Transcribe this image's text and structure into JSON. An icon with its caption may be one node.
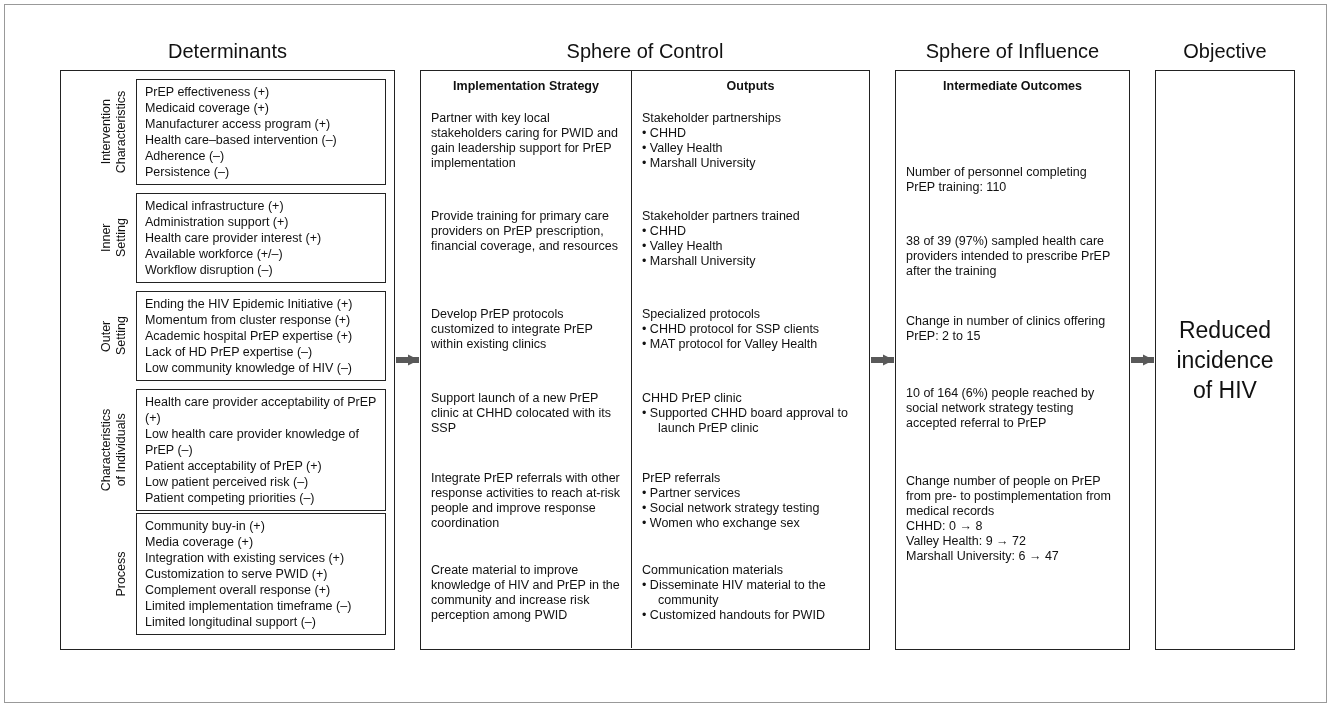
{
  "diagram": {
    "nodes": [
      {
        "text": [
          "Determinants"
        ]
      },
      {
        "text": [
          "Intervention Characteristics",
          "PrEP effectiveness (+)",
          "Medicaid coverage (+)",
          "Manufacturer access program (+)",
          "Health care–based intervention (–)",
          "Adherence (–)",
          "Persistence (–)"
        ],
        "in": 0
      },
      {
        "text": [
          "Inner Setting",
          "Medical infrastructure (+)",
          "Administration support (+)",
          "Health care provider interest (+)",
          "Available workforce (+/–)",
          "Workflow disruption (–)"
        ],
        "in": 0
      },
      {
        "text": [
          "Outer Setting",
          "Ending the HIV Epidemic Initiative (+)",
          "Momentum from cluster response (+)",
          "Academic hospital PrEP expertise (+)",
          "Lack of HD PrEP expertise (–)",
          "Low community knowledge of HIV (–)"
        ],
        "in": 0
      },
      {
        "text": [
          "Characteristics of Individuals",
          "Health care provider acceptability of PrEP (+)",
          "Low health care provider knowledge of PrEP (–)",
          "Patient acceptability of PrEP (+)",
          "Low patient perceived risk (–)",
          "Patient competing priorities (–)"
        ],
        "in": 0
      },
      {
        "text": [
          "Process",
          "Community buy-in (+)",
          "Media coverage (+)",
          "Integration with existing services (+)",
          "Customization to serve PWID (+)",
          "Complement overall response (+)",
          "Limited implementation timeframe (–)",
          "Limited longitudinal support (–)"
        ],
        "in": 0
      },
      {
        "text": [
          "Sphere of Control"
        ]
      },
      {
        "text": [
          "Implementation Strategy",
          "Partner with key local stakeholders caring for PWID and gain leadership support for PrEP implementation",
          "Provide training for primary care providers on PrEP prescription, financial coverage, and resources",
          "Develop PrEP protocols customized to integrate PrEP within existing clinics",
          "Support launch of a new PrEP clinic at CHHD colocated with its SSP",
          "Integrate PrEP referrals with other response activities to reach at-risk people and improve response coordination",
          "Create material to improve knowledge of HIV and PrEP in the community and increase risk perception among PWID"
        ],
        "in": 6
      },
      {
        "text": [
          "Outputs",
          "Stakeholder partnerships",
          "• CHHD",
          "• Valley Health",
          "• Marshall University",
          "Stakeholder partners trained",
          "• CHHD",
          "• Valley Health",
          "• Marshall University",
          "Specialized protocols",
          "• CHHD protocol for SSP clients",
          "• MAT protocol for Valley Health",
          "CHHD PrEP clinic",
          "• Supported CHHD board approval to launch PrEP clinic",
          "PrEP referrals",
          "• Partner services",
          "• Social network strategy testing",
          "• Women who exchange sex",
          "Communication materials",
          "• Disseminate HIV material to the community",
          "• Customized handouts for PWID"
        ],
        "in": 6
      },
      {
        "text": [
          "Sphere of Influence",
          "Intermediate Outcomes",
          "Number of personnel completing PrEP training: 110",
          "38 of 39 (97%) sampled health care providers intended to prescribe PrEP after the training",
          "Change in number of clinics offering PrEP: 2 to 15",
          "10 of 164 (6%) people reached by social network strategy testing accepted referral to PrEP",
          "Change number of people on PrEP from pre- to postimplementation from medical records",
          "CHHD: 0 → 8",
          "Valley Health: 9 → 72",
          "Marshall University: 6 → 47"
        ]
      },
      {
        "text": [
          "Objective",
          "Reduced incidence of HIV"
        ]
      }
    ],
    "edges": [
      {
        "from": 0,
        "to": 6,
        "arrow": "to"
      },
      {
        "from": 6,
        "to": 9,
        "arrow": "to"
      },
      {
        "from": 9,
        "to": 10,
        "arrow": "to"
      }
    ]
  }
}
